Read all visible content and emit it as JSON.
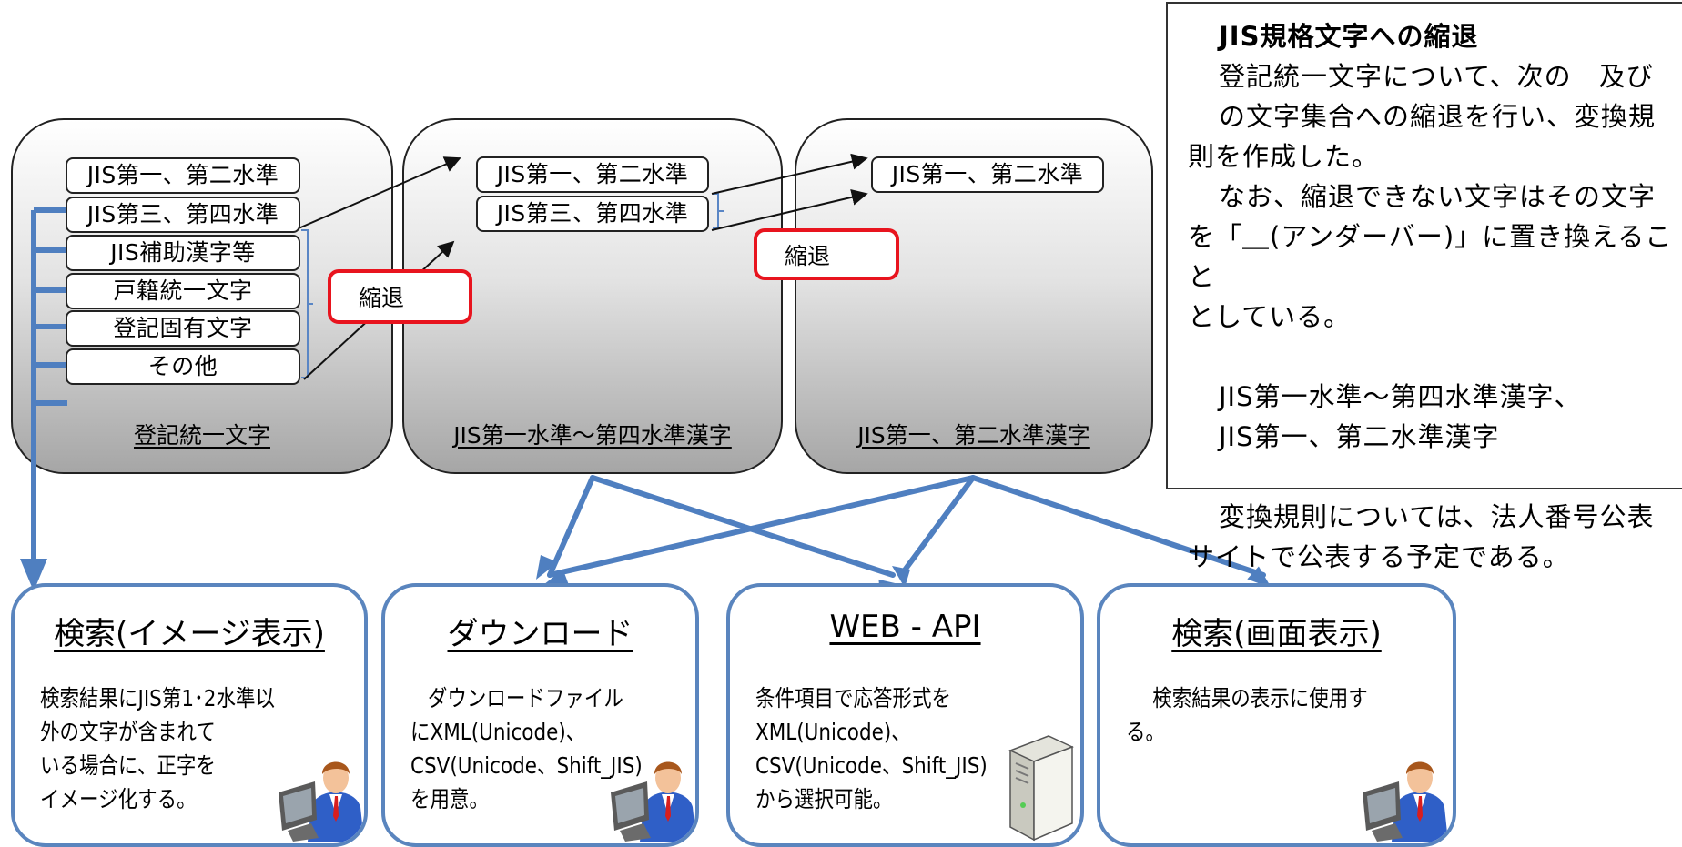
{
  "groups": [
    {
      "title": "登記統一文字",
      "items": [
        "JIS第一、第二水準",
        "JIS第三、第四水準",
        "JIS補助漢字等",
        "戸籍統一文字",
        "登記固有文字",
        "その他"
      ]
    },
    {
      "title": "JIS第一水準～第四水準漢字",
      "items": [
        "JIS第一、第二水準",
        "JIS第三、第四水準"
      ]
    },
    {
      "title": "JIS第一、第二水準漢字",
      "items": [
        "JIS第一、第二水準"
      ]
    }
  ],
  "shrink_labels": [
    "縮退",
    "縮退"
  ],
  "note": {
    "heading": "JIS規格文字への縮退",
    "lines": [
      "登記統一文字について、次の　及び",
      "の文字集合への縮退を行い、変換規",
      "則を作成した。",
      "なお、縮退できない文字はその文字",
      "を「＿(アンダーバー)」に置き換えること",
      "としている。",
      "JIS第一水準～第四水準漢字、",
      "JIS第一、第二水準漢字",
      "変換規則については、法人番号公表",
      "サイトで公表する予定である。"
    ]
  },
  "cards": [
    {
      "title": "検索(イメージ表示)",
      "body": [
        "検索結果にJIS第1･2水準以",
        "外の文字が含まれて",
        "いる場合に、正字を",
        "イメージ化する。"
      ],
      "icon": "person-at-computer-icon"
    },
    {
      "title": "ダウンロード",
      "body": [
        "ダウンロードファイル",
        "にXML(Unicode)、",
        "CSV(Unicode、Shift_JIS)",
        "を用意。"
      ],
      "icon": "person-at-computer-icon"
    },
    {
      "title": "WEB - API",
      "body": [
        "条件項目で応答形式を",
        "XML(Unicode)、",
        "CSV(Unicode、Shift_JIS)",
        "から選択可能。"
      ],
      "icon": "server-icon"
    },
    {
      "title": "検索(画面表示)",
      "body": [
        "検索結果の表示に使用す",
        "る。"
      ],
      "icon": "person-at-computer-icon"
    }
  ],
  "colors": {
    "shrink_border": "#e8141e",
    "card_border": "#5a85be",
    "arrow_blue": "#4f7fc0"
  }
}
